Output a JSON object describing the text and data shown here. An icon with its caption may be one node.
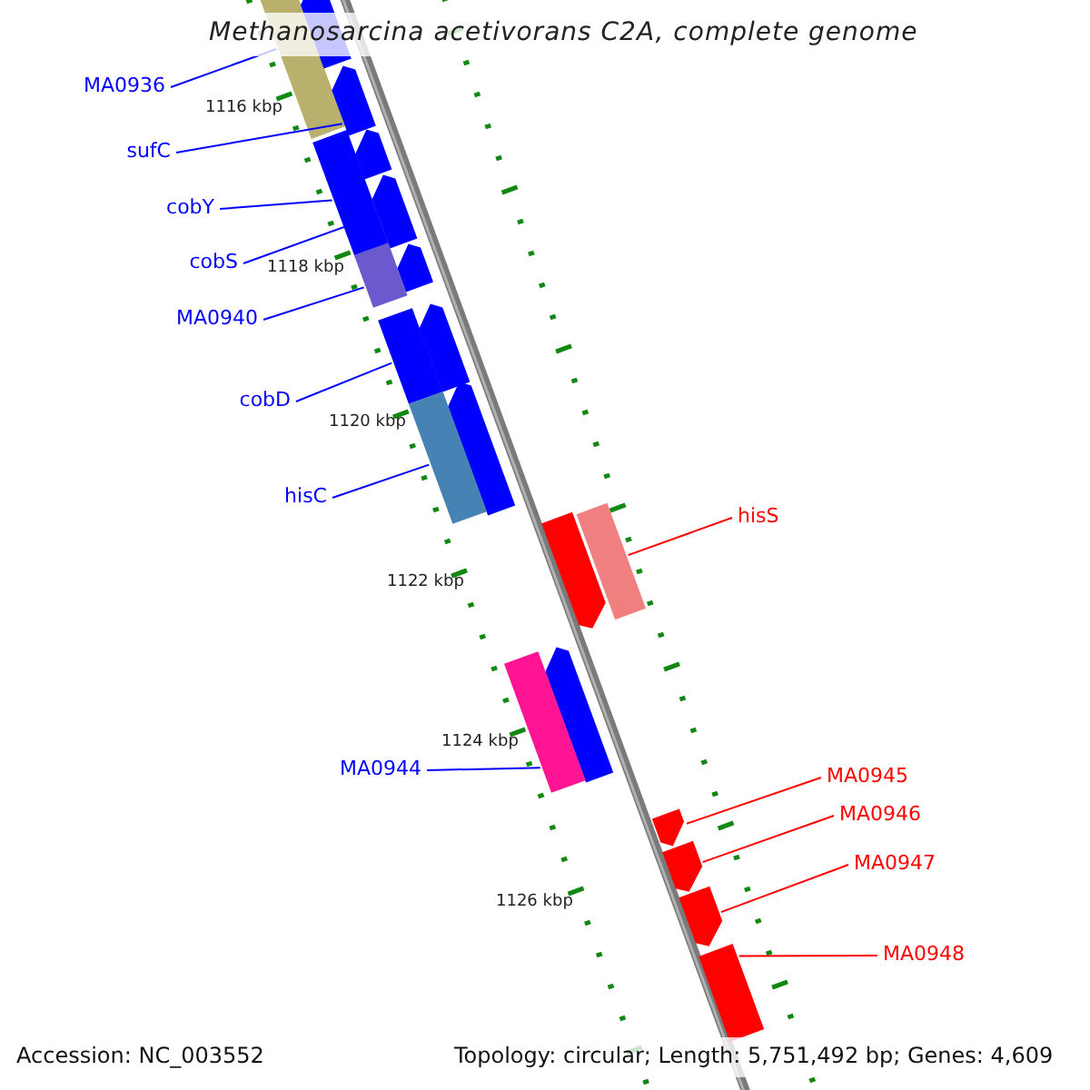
{
  "diagram": {
    "title": "Methanosarcina acetivorans C2A, complete genome",
    "nodes": [
      {
        "text": [
          "MA0936"
        ]
      },
      {
        "text": [
          "sufC"
        ]
      },
      {
        "text": [
          "cobY"
        ]
      },
      {
        "text": [
          "cobS"
        ]
      },
      {
        "text": [
          "MA0940"
        ]
      },
      {
        "text": [
          "cobD"
        ]
      },
      {
        "text": [
          "hisC"
        ]
      },
      {
        "text": [
          "hisS"
        ]
      },
      {
        "text": [
          "MA0944"
        ]
      },
      {
        "text": [
          "MA0945"
        ]
      },
      {
        "text": [
          "MA0946"
        ]
      },
      {
        "text": [
          "MA0947"
        ]
      },
      {
        "text": [
          "MA0948"
        ]
      },
      {
        "text": [],
        "shape": "bar"
      },
      {
        "text": [],
        "shape": "bar"
      },
      {
        "text": [],
        "shape": "bar"
      },
      {
        "text": [],
        "shape": "bar"
      },
      {
        "text": [],
        "shape": "bar"
      },
      {
        "text": [],
        "shape": "bar"
      },
      {
        "text": [],
        "shape": "bar"
      },
      {
        "text": [],
        "shape": "bar"
      },
      {
        "text": [],
        "shape": "bar"
      },
      {
        "text": [],
        "shape": "bar"
      },
      {
        "text": [],
        "shape": "bar"
      },
      {
        "text": [],
        "shape": "bar"
      },
      {
        "text": [],
        "shape": "bar"
      },
      {
        "text": [],
        "shape": "bar"
      },
      {
        "text": [],
        "shape": "bar"
      },
      {
        "text": [],
        "shape": "bar"
      },
      {
        "text": [],
        "shape": "bar"
      },
      {
        "text": [],
        "shape": "bar"
      },
      {
        "text": [],
        "shape": "bar"
      },
      {
        "text": [],
        "shape": "bar"
      }
    ],
    "edges": [
      {
        "from": 0,
        "to": 13,
        "arrow": "none"
      },
      {
        "from": 1,
        "to": 15,
        "arrow": "none"
      },
      {
        "from": 2,
        "to": 17,
        "arrow": "none"
      },
      {
        "from": 3,
        "to": 18,
        "arrow": "none"
      },
      {
        "from": 4,
        "to": 20,
        "arrow": "none"
      },
      {
        "from": 5,
        "to": 22,
        "arrow": "none"
      },
      {
        "from": 6,
        "to": 24,
        "arrow": "none"
      },
      {
        "from": 7,
        "to": 25,
        "arrow": "none",
        "color": "#ff0000"
      },
      {
        "from": 8,
        "to": 28,
        "arrow": "none"
      },
      {
        "from": 9,
        "to": 29,
        "arrow": "none",
        "color": "#ff0000"
      },
      {
        "from": 10,
        "to": 30,
        "arrow": "none",
        "color": "#ff0000"
      },
      {
        "from": 11,
        "to": 31,
        "arrow": "none",
        "color": "#ff0000"
      },
      {
        "from": 12,
        "to": 32,
        "arrow": "none",
        "color": "#ff0000"
      }
    ],
    "labels": [
      "1116 kbp",
      "1118 kbp",
      "1120 kbp",
      "1122 kbp",
      "1124 kbp",
      "1126 kbp",
      "Accession: NC_003552",
      "Topology: circular; Length: 5,751,492 bp; Genes: 4,609"
    ]
  }
}
